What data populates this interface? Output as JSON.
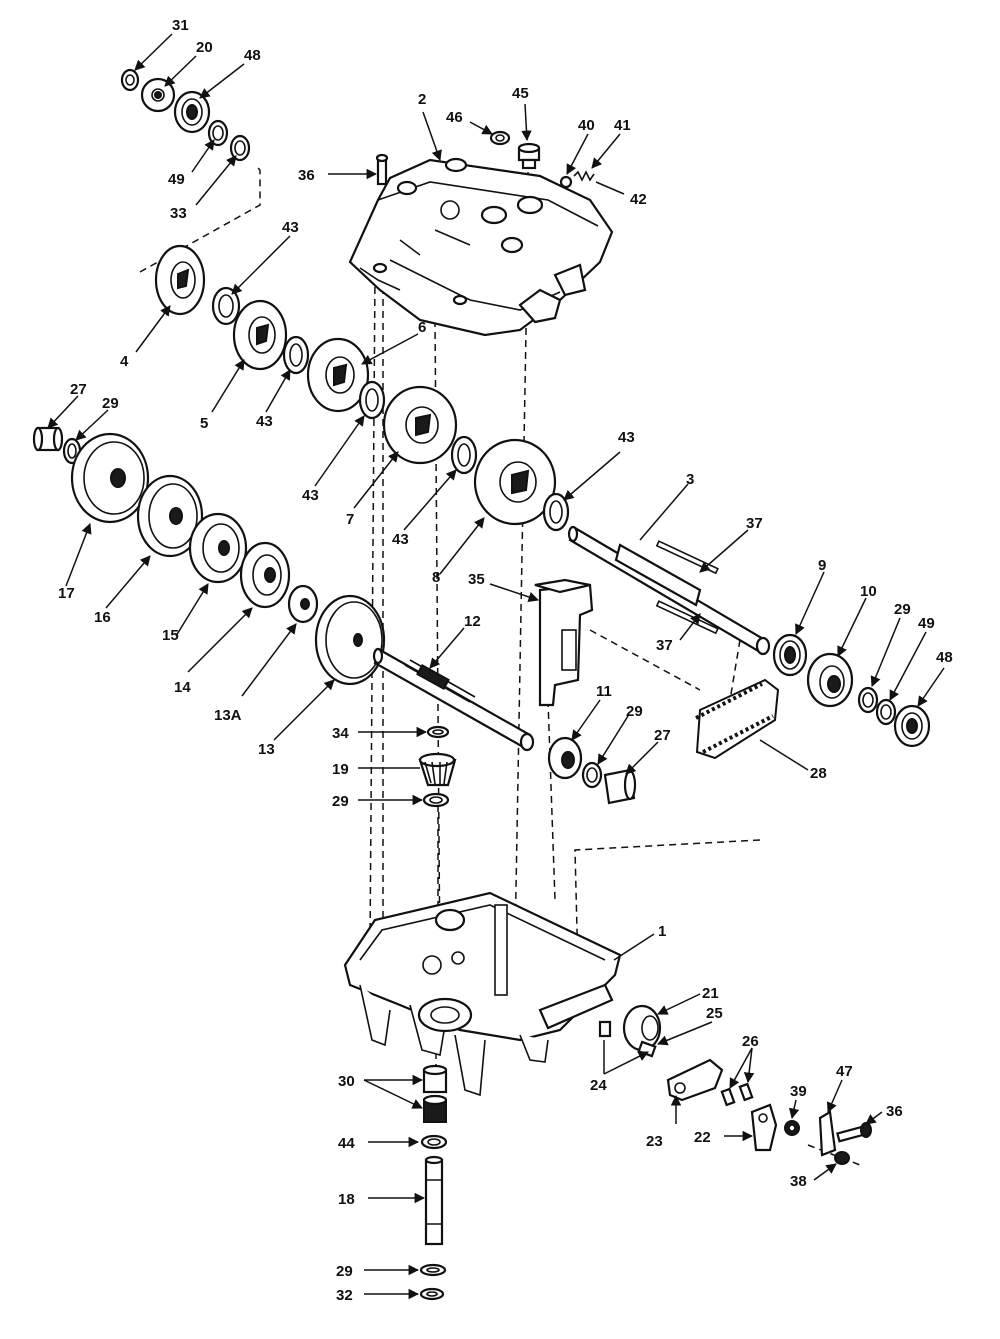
{
  "callouts": {
    "c31": "31",
    "c20": "20",
    "c48a": "48",
    "c49a": "49",
    "c33": "33",
    "c2": "2",
    "c46": "46",
    "c45": "45",
    "c40": "40",
    "c41": "41",
    "c42": "42",
    "c36a": "36",
    "c43a": "43",
    "c4": "4",
    "c5": "5",
    "c43b": "43",
    "c6": "6",
    "c27a": "27",
    "c29a": "29",
    "c43c": "43",
    "c7": "7",
    "c43d": "43",
    "c43e": "43",
    "c3": "3",
    "c37a": "37",
    "c8": "8",
    "c17": "17",
    "c16": "16",
    "c15": "15",
    "c14": "14",
    "c13a": "13A",
    "c13": "13",
    "c12": "12",
    "c35": "35",
    "c37b": "37",
    "c9": "9",
    "c10": "10",
    "c29b": "29",
    "c49b": "49",
    "c48b": "48",
    "c11": "11",
    "c29c": "29",
    "c27b": "27",
    "c28": "28",
    "c34": "34",
    "c19": "19",
    "c29d": "29",
    "c1": "1",
    "c21": "21",
    "c25": "25",
    "c26": "26",
    "c24": "24",
    "c23": "23",
    "c22": "22",
    "c39": "39",
    "c47": "47",
    "c36b": "36",
    "c38": "38",
    "c30": "30",
    "c44": "44",
    "c18": "18",
    "c29e": "29",
    "c32": "32"
  },
  "colors": {
    "ink": "#111111",
    "paper": "#ffffff"
  }
}
